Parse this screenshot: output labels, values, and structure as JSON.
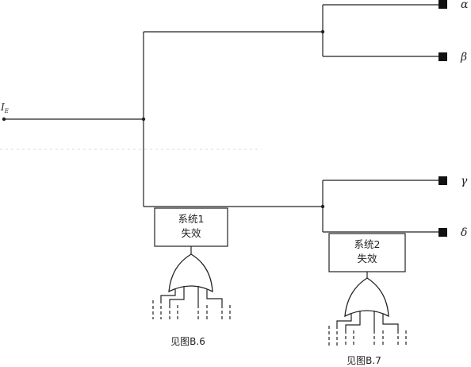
{
  "diagram": {
    "input": {
      "label": "I",
      "subscript": "E"
    },
    "outputs": {
      "o1": "α",
      "o2": "β",
      "o3": "γ",
      "o4": "δ"
    },
    "system1": {
      "line1": "系统1",
      "line2": "失效",
      "ref": "见图B.6"
    },
    "system2": {
      "line1": "系统2",
      "line2": "失效",
      "ref": "见图B.7"
    }
  }
}
